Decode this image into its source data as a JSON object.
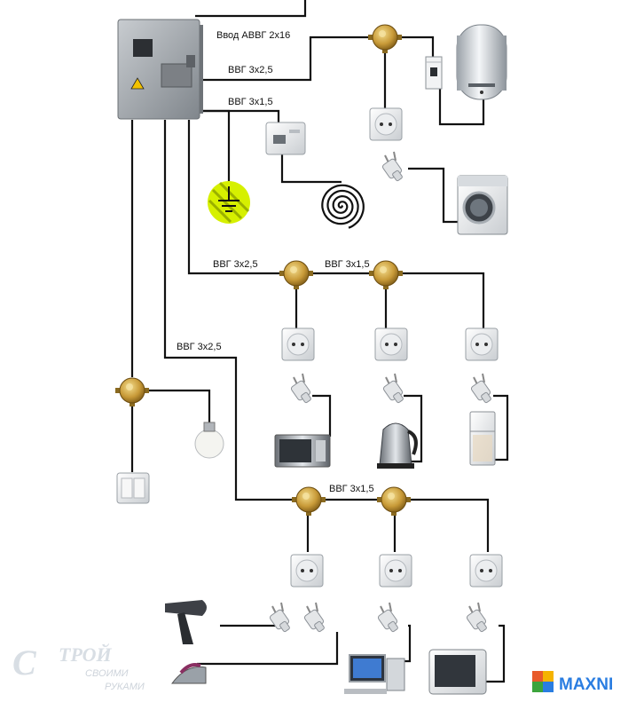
{
  "diagram": {
    "cable_labels": {
      "input": "Ввод АВВГ 2х16",
      "boiler_line": "ВВГ 3х2,5",
      "floor_heating_line": "ВВГ 3х1,5",
      "kitchen_line": "ВВГ 3х2,5",
      "kitchen_branch": "ВВГ 3х1,5",
      "room_line": "ВВГ 3х2,5",
      "room_branch": "ВВГ 3х1,5"
    },
    "watermark": {
      "logo_big": "С",
      "logo_word": "ТРОЙ",
      "line2": "СВОИМИ",
      "line3": "РУКАМИ"
    },
    "brand": {
      "name": "MAXNI"
    },
    "colors": {
      "wire": "#111111",
      "junction_box": "#b8902e",
      "panel": "#9aa0a6",
      "ground": "#d6f000",
      "brand": "#2a7de1"
    }
  }
}
